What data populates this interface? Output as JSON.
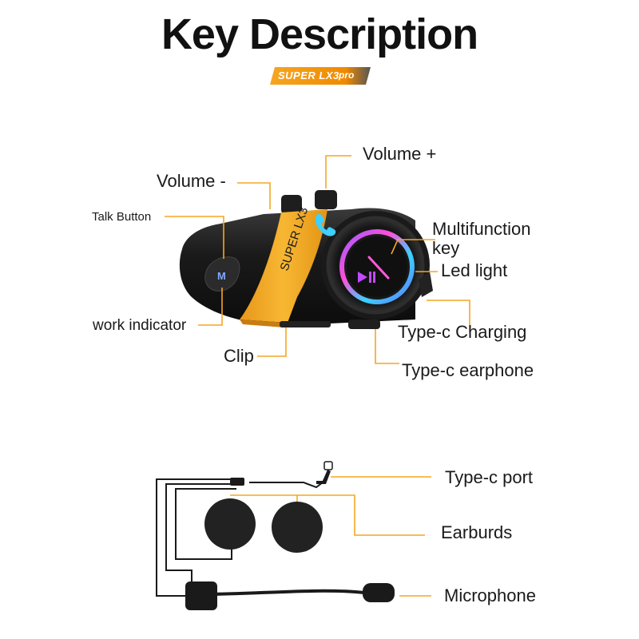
{
  "header": {
    "title": "Key Description",
    "badge": "SUPER LX3",
    "badge_suffix": "pro"
  },
  "device": {
    "labels": {
      "volume_plus": "Volume +",
      "volume_minus": "Volume -",
      "talk_button": "Talk Button",
      "multifunction_key": "Multifunction",
      "multifunction_key_2": "key",
      "led_light": "Led light",
      "work_indicator": "work indicator",
      "type_c_charging": "Type-c Charging",
      "clip": "Clip",
      "type_c_earphone": "Type-c earphone"
    },
    "body_text": "SUPER LX3",
    "button_letter": "M"
  },
  "accessory": {
    "labels": {
      "type_c_port": "Type-c port",
      "earbuds": "Earburds",
      "microphone": "Microphone"
    }
  },
  "colors": {
    "accent": "#f5a623",
    "device_body": "#1c1c1c",
    "device_yellow": "#f2a81d",
    "leader_line": "#f5a623"
  }
}
